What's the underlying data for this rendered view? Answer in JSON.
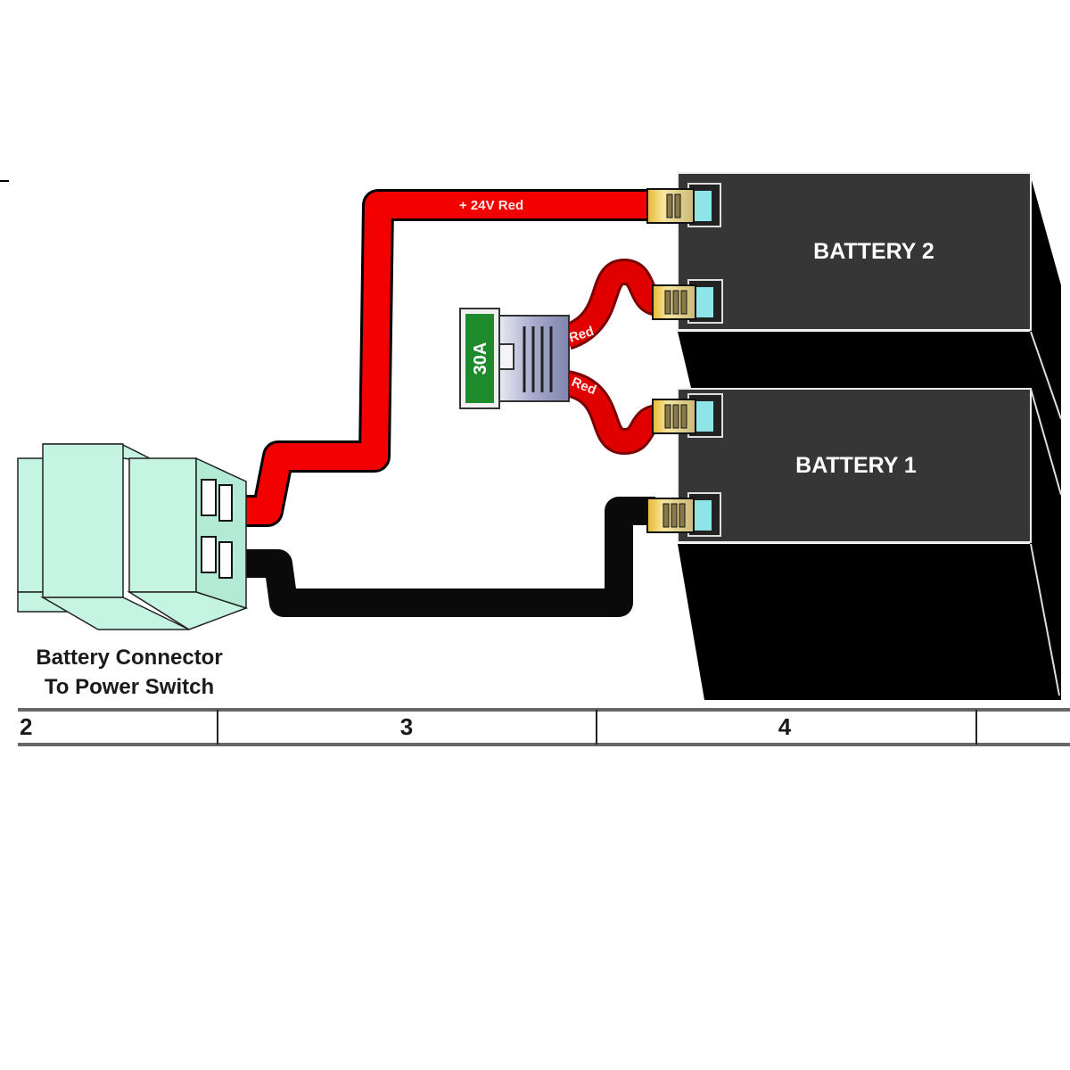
{
  "diagram": {
    "batteries": [
      {
        "id": "battery-2",
        "label": "BATTERY 2"
      },
      {
        "id": "battery-1",
        "label": "BATTERY 1"
      }
    ],
    "fuse": {
      "label": "30A"
    },
    "wires": {
      "positive_main": {
        "label": "+ 24V Red"
      },
      "fuse_to_battery2": {
        "label": "Red"
      },
      "fuse_to_battery1": {
        "label": "Red"
      }
    },
    "connector": {
      "caption_line1": "Battery Connector",
      "caption_line2": "To Power Switch"
    },
    "ruler": {
      "labels": [
        "2",
        "3",
        "4"
      ]
    },
    "colors": {
      "wire_red": "#f20000",
      "wire_black": "#0a0a0a",
      "battery_face": "#363636",
      "battery_shadow": "#000000",
      "connector_body": "#c6f4e2",
      "fuse_body": "#9fa3c8",
      "fuse_label_bg": "#1e8a2c"
    }
  }
}
